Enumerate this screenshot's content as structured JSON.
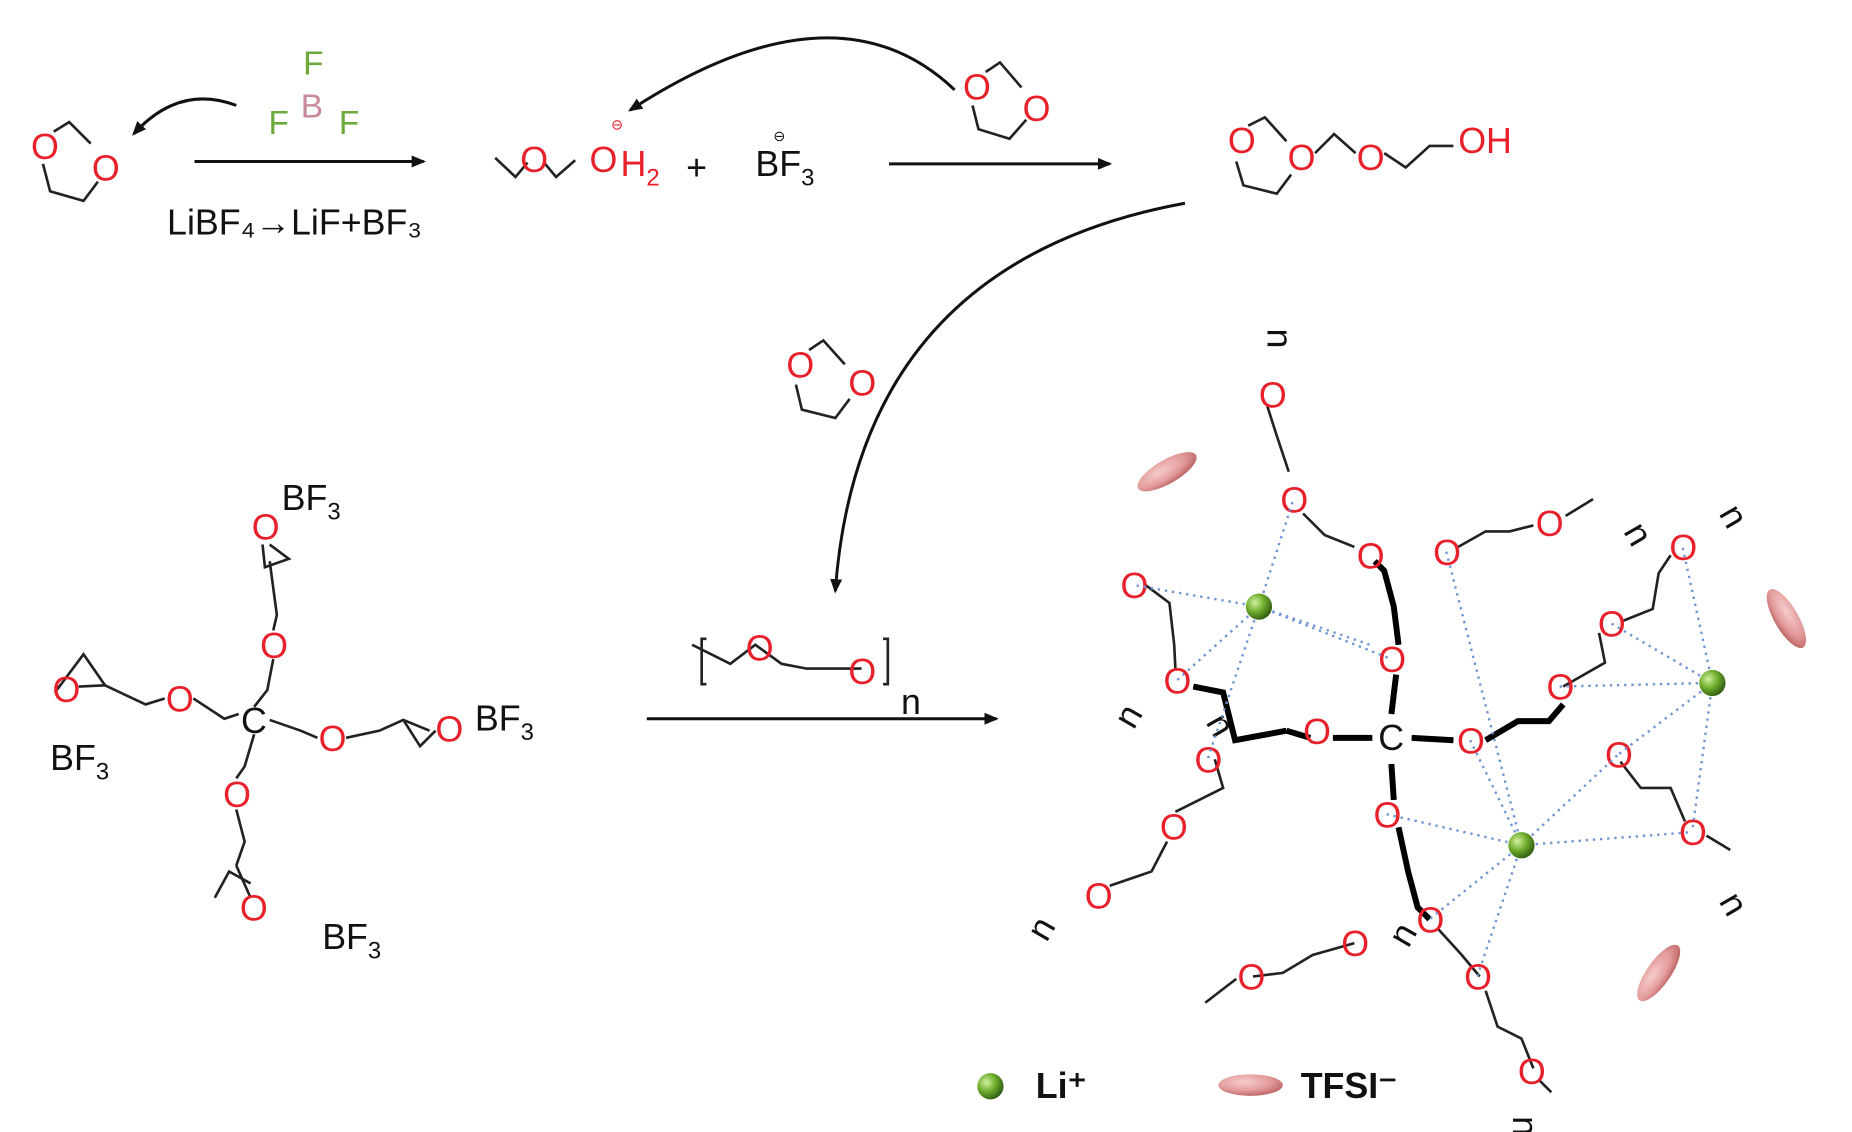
{
  "labels": {
    "oxygen": "O",
    "fluorine": "F",
    "boron": "B",
    "carbon": "C",
    "plus": "+",
    "bf3": "BF",
    "three": "3",
    "two": "2",
    "oh": "OH",
    "h": "H",
    "n": "n",
    "minus_charge": "⊖",
    "reagent": "LiBF₄→LiF+BF₃"
  },
  "legend": {
    "li": "Li⁺",
    "tfsi": "TFSI⁻"
  },
  "colors": {
    "oxygen": "#e8202a",
    "fluorine": "#6aab3c",
    "boron": "#c98a9a",
    "li_sphere": "#6fae2e",
    "tfsi": "#e39a9a",
    "coordination": "#6f95d6"
  }
}
